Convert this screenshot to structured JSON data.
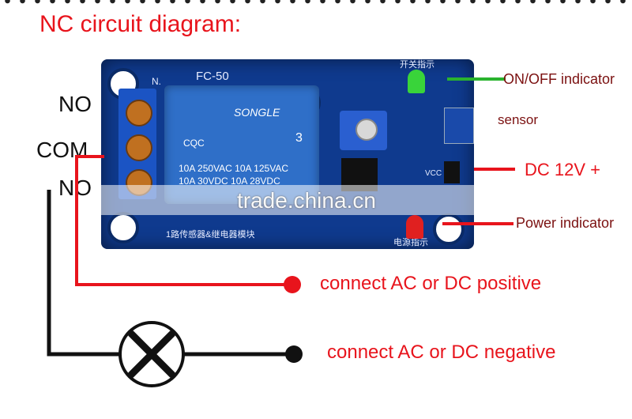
{
  "title": "NC circuit diagram:",
  "pins": {
    "no_top": "NO",
    "com": "COM",
    "no_bottom": "NO"
  },
  "labels": {
    "onoff": "ON/OFF indicator",
    "sensor": "sensor",
    "dc": "DC 12V +",
    "power": "Power indicator"
  },
  "connections": {
    "positive": "connect AC or DC positive",
    "negative": "connect AC or DC negative"
  },
  "board": {
    "model": "FC-50",
    "relay_brand": "SONGLE",
    "relay_line1": "10A 250VAC  10A 125VAC",
    "relay_line2": "10A  30VDC  10A  28VDC",
    "relay_cert": "CQC",
    "relay_num": "3",
    "board_bottom_cn": "1路传感器&继电器模块",
    "vcc": "VCC",
    "silk_n": "N.",
    "top_right_cn": "开关指示",
    "bottom_right_cn": "电源指示"
  },
  "watermark": "trade.china.cn",
  "colors": {
    "accent_red": "#e8141c",
    "wire_green": "#2ab32e",
    "board_blue": "#0f3a8e"
  },
  "icons": {
    "lamp": "lamp-x-icon",
    "dot_positive": "red-dot",
    "dot_negative": "black-dot"
  }
}
